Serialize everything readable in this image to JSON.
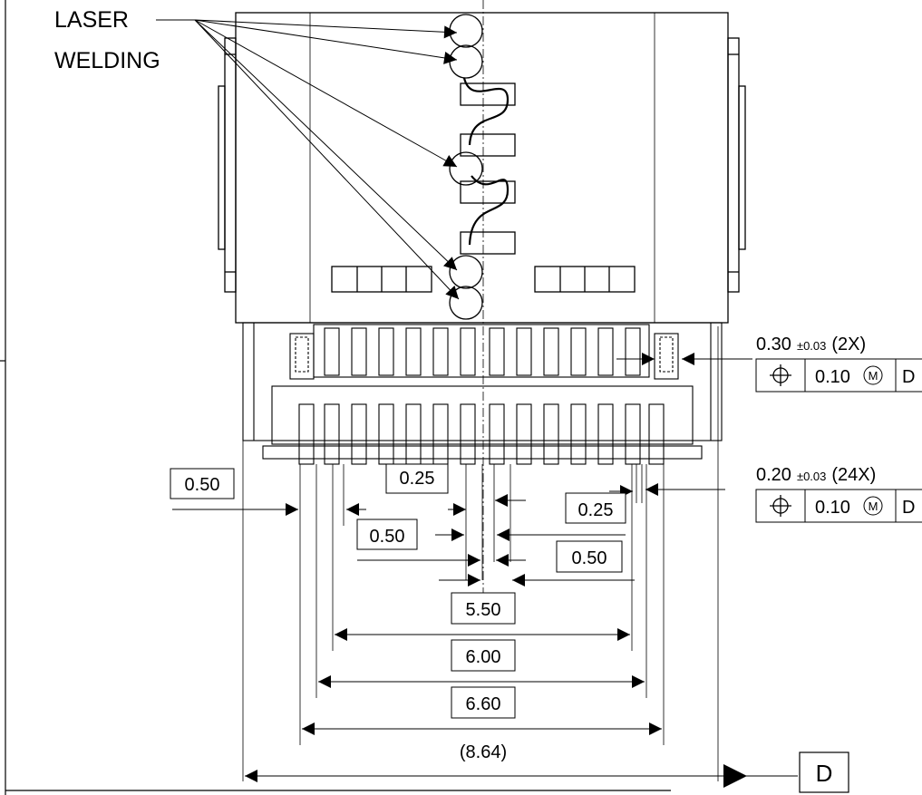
{
  "callout": {
    "line1": "LASER",
    "line2": "WELDING"
  },
  "dims": {
    "d050_left": "0.50",
    "d025_top": "0.25",
    "d025_right": "0.25",
    "d050_mid": "0.50",
    "d050_right": "0.50",
    "d550": "5.50",
    "d600": "6.00",
    "d660": "6.60",
    "d864": "(8.64)"
  },
  "tolerance_top": {
    "nominal": "0.30",
    "tol": "±0.03",
    "count": "(2X)",
    "symbol": "⌖",
    "value": "0.10",
    "modifier": "M",
    "datum": "D"
  },
  "tolerance_bottom": {
    "nominal": "0.20",
    "tol": "±0.03",
    "count": "(24X)",
    "symbol": "⌖",
    "value": "0.10",
    "modifier": "M",
    "datum": "D"
  },
  "datum_label": "D"
}
